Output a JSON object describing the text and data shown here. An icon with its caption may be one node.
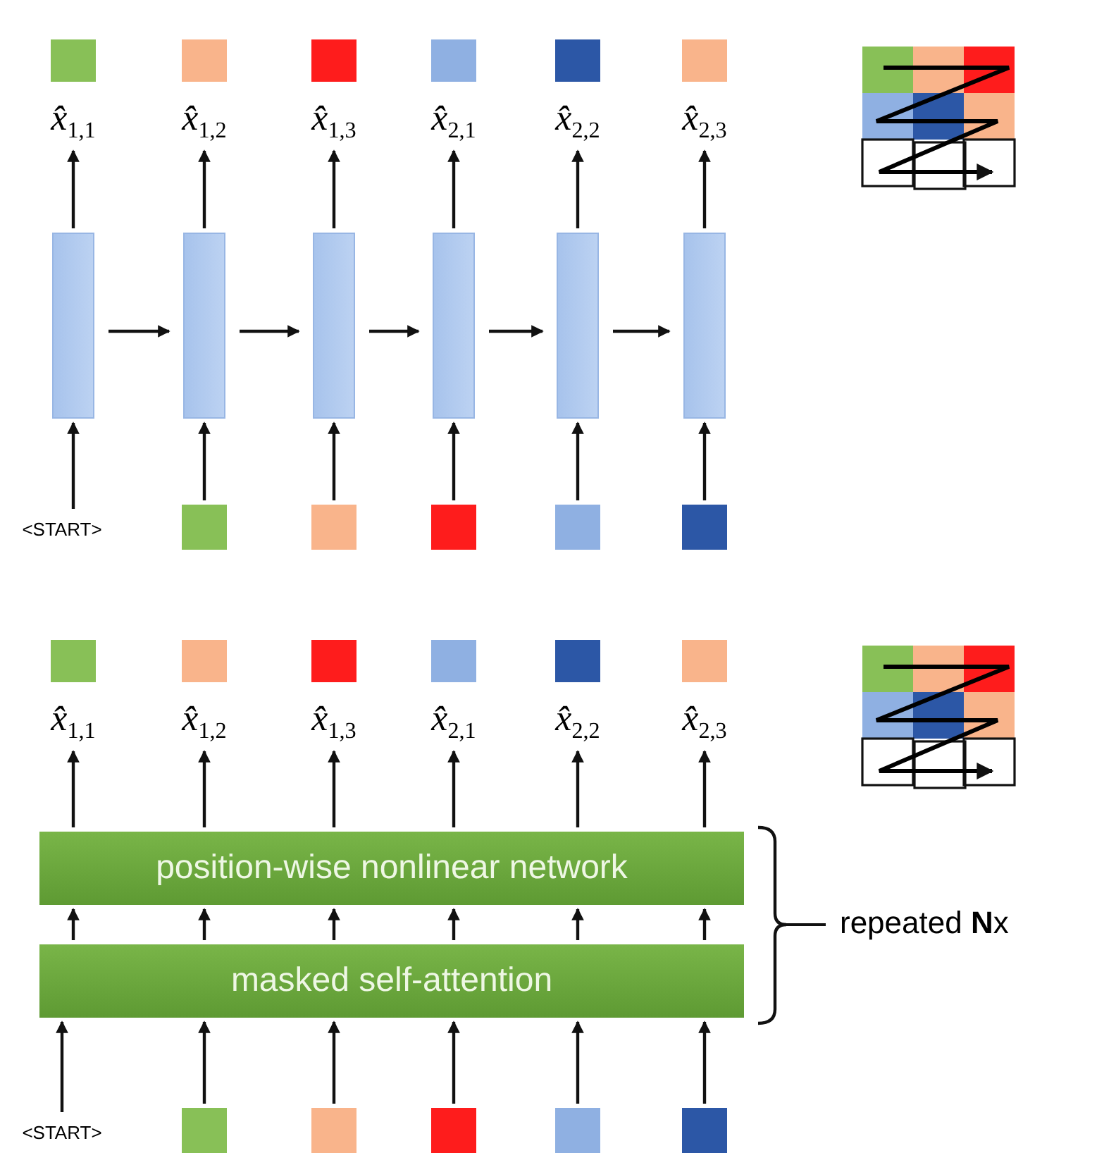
{
  "diagram": {
    "nodes": [
      {
        "text": [
          "x̂$_{1,1}$"
        ]
      },
      {
        "text": [
          "x̂$_{1,2}$"
        ]
      },
      {
        "text": [
          "x̂$_{1,3}$"
        ]
      },
      {
        "text": [
          "x̂$_{2,1}$"
        ]
      },
      {
        "text": [
          "x̂$_{2,2}$"
        ]
      },
      {
        "text": [
          "x̂$_{2,3}$"
        ]
      },
      {
        "text": [],
        "shape": "box"
      },
      {
        "text": [],
        "shape": "box"
      },
      {
        "text": [],
        "shape": "box"
      },
      {
        "text": [],
        "shape": "box"
      },
      {
        "text": [],
        "shape": "box"
      },
      {
        "text": [],
        "shape": "box"
      },
      {
        "text": [
          "<START>"
        ]
      },
      {
        "text": [],
        "shape": "box"
      },
      {
        "text": [],
        "shape": "box"
      },
      {
        "text": [],
        "shape": "box"
      },
      {
        "text": [],
        "shape": "box"
      },
      {
        "text": [],
        "shape": "box"
      },
      {
        "text": [
          "x̂$_{1,1}$"
        ]
      },
      {
        "text": [
          "x̂$_{1,2}$"
        ]
      },
      {
        "text": [
          "x̂$_{1,3}$"
        ]
      },
      {
        "text": [
          "x̂$_{2,1}$"
        ]
      },
      {
        "text": [
          "x̂$_{2,2}$"
        ]
      },
      {
        "text": [
          "x̂$_{2,3}$"
        ]
      },
      {
        "text": [
          "position-wise nonlinear network"
        ]
      },
      {
        "text": [
          "masked self-attention"
        ]
      },
      {
        "text": [
          "<START>"
        ]
      },
      {
        "text": [],
        "shape": "box"
      },
      {
        "text": [],
        "shape": "box"
      },
      {
        "text": [],
        "shape": "box"
      },
      {
        "text": [],
        "shape": "box"
      },
      {
        "text": [],
        "shape": "box"
      }
    ],
    "edges": [
      {
        "from": 6,
        "to": 0,
        "arrow": "to"
      },
      {
        "from": 7,
        "to": 1,
        "arrow": "to"
      },
      {
        "from": 8,
        "to": 2,
        "arrow": "to"
      },
      {
        "from": 9,
        "to": 3,
        "arrow": "to"
      },
      {
        "from": 10,
        "to": 4,
        "arrow": "to"
      },
      {
        "from": 11,
        "to": 5,
        "arrow": "to"
      },
      {
        "from": 6,
        "to": 7,
        "arrow": "to"
      },
      {
        "from": 7,
        "to": 8,
        "arrow": "to"
      },
      {
        "from": 8,
        "to": 9,
        "arrow": "to"
      },
      {
        "from": 9,
        "to": 10,
        "arrow": "to"
      },
      {
        "from": 10,
        "to": 11,
        "arrow": "to"
      },
      {
        "from": 12,
        "to": 6,
        "arrow": "to"
      },
      {
        "from": 13,
        "to": 7,
        "arrow": "to"
      },
      {
        "from": 14,
        "to": 8,
        "arrow": "to"
      },
      {
        "from": 15,
        "to": 9,
        "arrow": "to"
      },
      {
        "from": 16,
        "to": 10,
        "arrow": "to"
      },
      {
        "from": 17,
        "to": 11,
        "arrow": "to"
      },
      {
        "from": 24,
        "to": 18,
        "arrow": "to"
      },
      {
        "from": 24,
        "to": 19,
        "arrow": "to"
      },
      {
        "from": 24,
        "to": 20,
        "arrow": "to"
      },
      {
        "from": 24,
        "to": 21,
        "arrow": "to"
      },
      {
        "from": 24,
        "to": 22,
        "arrow": "to"
      },
      {
        "from": 24,
        "to": 23,
        "arrow": "to"
      },
      {
        "from": 25,
        "to": 24,
        "arrow": "to"
      },
      {
        "from": 25,
        "to": 24,
        "arrow": "to"
      },
      {
        "from": 25,
        "to": 24,
        "arrow": "to"
      },
      {
        "from": 25,
        "to": 24,
        "arrow": "to"
      },
      {
        "from": 25,
        "to": 24,
        "arrow": "to"
      },
      {
        "from": 25,
        "to": 24,
        "arrow": "to"
      },
      {
        "from": 26,
        "to": 25,
        "arrow": "to"
      },
      {
        "from": 27,
        "to": 25,
        "arrow": "to"
      },
      {
        "from": 28,
        "to": 25,
        "arrow": "to"
      },
      {
        "from": 29,
        "to": 25,
        "arrow": "to"
      },
      {
        "from": 30,
        "to": 25,
        "arrow": "to"
      },
      {
        "from": 31,
        "to": 25,
        "arrow": "to"
      }
    ],
    "labels": [
      "repeated **N**x"
    ]
  }
}
